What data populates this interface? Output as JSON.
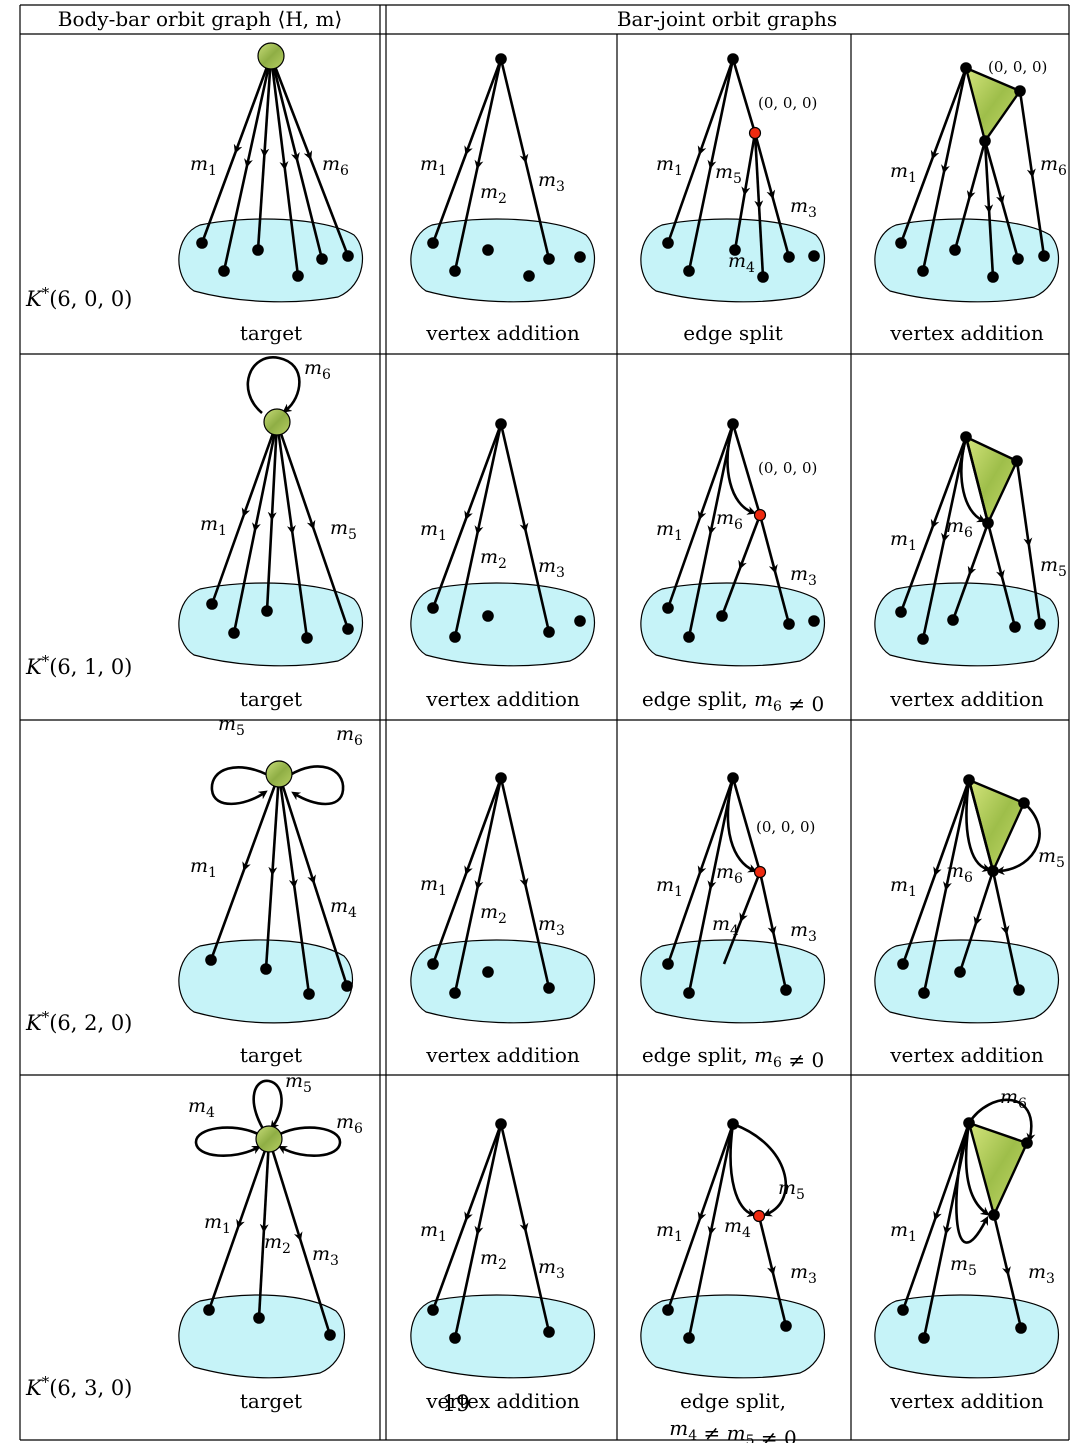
{
  "header": {
    "body_bar_title": "Body-bar orbit graph ⟨H, m⟩",
    "bar_joint_title": "Bar-joint orbit graphs"
  },
  "rows": [
    {
      "label": "K*(6, 0, 0)",
      "captions": [
        "target",
        "vertex addition",
        "edge split",
        "vertex addition"
      ],
      "caption_second_line": "",
      "labels": {
        "target": [
          "m1",
          "m6"
        ],
        "vertex_addition": [
          "m1",
          "m2",
          "m3"
        ],
        "edge_split": [
          "m1",
          "m5",
          "m3",
          "m4",
          "(0, 0, 0)"
        ],
        "vertex_addition_2": [
          "m1",
          "m6",
          "(0, 0, 0)"
        ]
      }
    },
    {
      "label": "K*(6, 1, 0)",
      "captions": [
        "target",
        "vertex addition",
        "edge split, m6 ≠ 0",
        "vertex addition"
      ],
      "caption_second_line": "",
      "labels": {
        "target": [
          "m6",
          "m1",
          "m5"
        ],
        "vertex_addition": [
          "m1",
          "m2",
          "m3"
        ],
        "edge_split": [
          "m1",
          "m6",
          "m3",
          "(0, 0, 0)"
        ],
        "vertex_addition_2": [
          "m1",
          "m6",
          "m5"
        ]
      }
    },
    {
      "label": "K*(6, 2, 0)",
      "captions": [
        "target",
        "vertex addition",
        "edge split, m6 ≠ 0",
        "vertex addition"
      ],
      "caption_second_line": "",
      "labels": {
        "target": [
          "m5",
          "m6",
          "m1",
          "m4"
        ],
        "vertex_addition": [
          "m1",
          "m2",
          "m3"
        ],
        "edge_split": [
          "m1",
          "m6",
          "m4",
          "m3",
          "(0, 0, 0)"
        ],
        "vertex_addition_2": [
          "m1",
          "m6",
          "m5"
        ]
      }
    },
    {
      "label": "K*(6, 3, 0)",
      "captions": [
        "target",
        "vertex addition",
        "edge split,",
        "vertex addition"
      ],
      "caption_second_line": "m4 ≠ m5 ≠ 0",
      "labels": {
        "target": [
          "m4",
          "m5",
          "m6",
          "m1",
          "m2",
          "m3"
        ],
        "vertex_addition": [
          "m1",
          "m2",
          "m3"
        ],
        "edge_split": [
          "m1",
          "m4",
          "m5",
          "m3"
        ],
        "vertex_addition_2": [
          "m6",
          "m1",
          "m5",
          "m3"
        ]
      }
    }
  ],
  "page_number": "19",
  "colors": {
    "region_fill": "#c6f3f8",
    "vertex_fill": "#000000",
    "split_vertex_fill": "#ee2a10",
    "body_fill": "#9fbf56",
    "triangle_fill": "#b9d25e"
  }
}
